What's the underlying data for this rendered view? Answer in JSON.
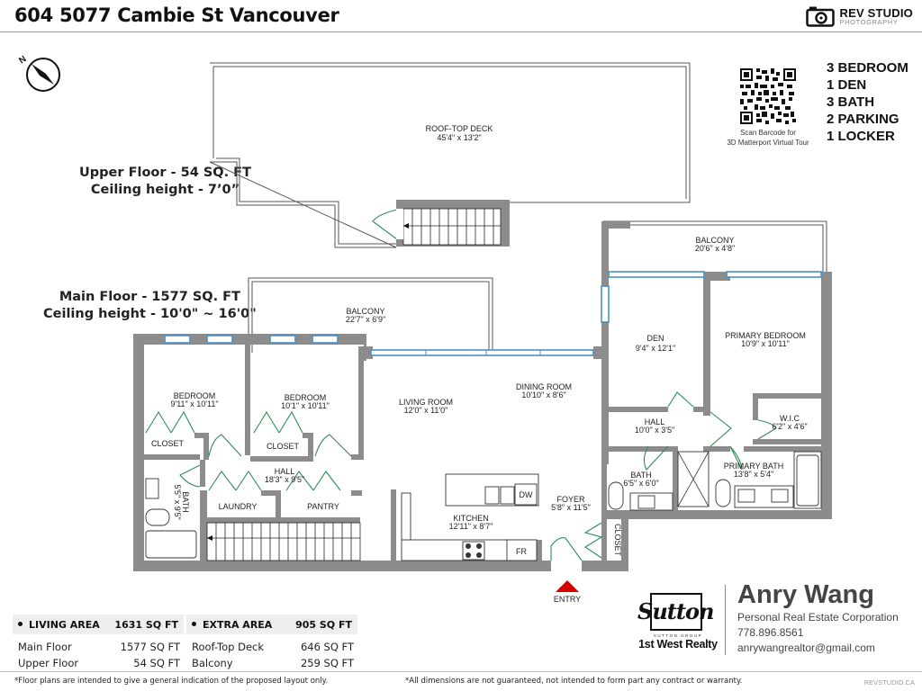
{
  "header": {
    "title": "604 5077 Cambie St Vancouver",
    "brand": {
      "name": "REV STUDIO",
      "sub": "PHOTOGRAPHY",
      "icon": "camera-icon"
    }
  },
  "compass": {
    "label": "N",
    "icon": "compass-north-icon"
  },
  "floors": {
    "upper": {
      "line1": "Upper Floor - 54 SQ. FT",
      "line2": "Ceiling height - 7’0”"
    },
    "main": {
      "line1": "Main Floor - 1577 SQ. FT",
      "line2": "Ceiling height - 10'0\" ~ 16'0\""
    }
  },
  "qr": {
    "caption1": "Scan Barcode for",
    "caption2": "3D Matterport Virtual Tour",
    "icon": "qr-code-icon"
  },
  "features": [
    "3 BEDROOM",
    "1 DEN",
    "3 BATH",
    "2 PARKING",
    "1 LOCKER"
  ],
  "rooms": {
    "rooftop": {
      "name": "ROOF-TOP DECK",
      "dim": "45'4\" x 13'2\""
    },
    "balcony_main": {
      "name": "BALCONY",
      "dim": "22'7\" x 6'9\""
    },
    "balcony_east": {
      "name": "BALCONY",
      "dim": "20'6\" x 4'8\""
    },
    "bedroom1": {
      "name": "BEDROOM",
      "dim": "9'11\" x 10'11\""
    },
    "bedroom2": {
      "name": "BEDROOM",
      "dim": "10'1\" x 10'11\""
    },
    "closet1": {
      "name": "CLOSET"
    },
    "closet2": {
      "name": "CLOSET"
    },
    "hall_west": {
      "name": "HALL",
      "dim": "18'3\" x 9'5\""
    },
    "laundry": {
      "name": "LAUNDRY"
    },
    "pantry": {
      "name": "PANTRY"
    },
    "bath_west": {
      "name": "BATH",
      "dim": "5'5\" x 9'5\""
    },
    "living": {
      "name": "LIVING ROOM",
      "dim": "12'0\" x 11'0\""
    },
    "dining": {
      "name": "DINING ROOM",
      "dim": "10'10\" x 8'6\""
    },
    "kitchen": {
      "name": "KITCHEN",
      "dim": "12'11\" x 8'7\""
    },
    "foyer": {
      "name": "FOYER",
      "dim": "5'8\" x 11'5\""
    },
    "closet_foyer": {
      "name": "CLOSET"
    },
    "den": {
      "name": "DEN",
      "dim": "9'4\" x 12'1\""
    },
    "primary_bedroom": {
      "name": "PRIMARY BEDROOM",
      "dim": "10'9\" x 10'11\""
    },
    "hall_east": {
      "name": "HALL",
      "dim": "10'0\" x 3'5\""
    },
    "wic": {
      "name": "W.I.C",
      "dim": "6'2\" x 4'6\""
    },
    "bath_east": {
      "name": "BATH",
      "dim": "6'5\" x 6'0\""
    },
    "primary_bath": {
      "name": "PRIMARY BATH",
      "dim": "13'8\" x 5'4\""
    },
    "dw": "DW",
    "fr": "FR",
    "entry": "ENTRY"
  },
  "living_area": {
    "title": "LIVING AREA",
    "total": "1631 SQ FT",
    "rows": [
      {
        "label": "Main Floor",
        "value": "1577 SQ FT"
      },
      {
        "label": "Upper Floor",
        "value": "54 SQ FT"
      }
    ]
  },
  "extra_area": {
    "title": "EXTRA AREA",
    "total": "905 SQ FT",
    "rows": [
      {
        "label": "Roof-Top Deck",
        "value": "646 SQ FT"
      },
      {
        "label": "Balcony",
        "value": "259 SQ FT"
      }
    ]
  },
  "agent": {
    "brokerage_logo": "Sutton",
    "brokerage_group": "SUTTON GROUP",
    "brokerage_name": "1st West Realty",
    "name": "Anry Wang",
    "title": "Personal Real Estate Corporation",
    "phone": "778.896.8561",
    "email": "anrywangrealtor@gmail.com"
  },
  "footer": {
    "disclaimer_left": "*Floor plans are intended to give a general indication of the proposed layout only.",
    "disclaimer_right": "*All dimensions are not guaranteed, not intended to form part any contract or warranty.",
    "url": "REVSTUDIO.CA"
  },
  "colors": {
    "wall": "#8c8c8c",
    "window": "#4a90c8",
    "door": "#2e8b57",
    "entry_arrow": "#d40000"
  }
}
